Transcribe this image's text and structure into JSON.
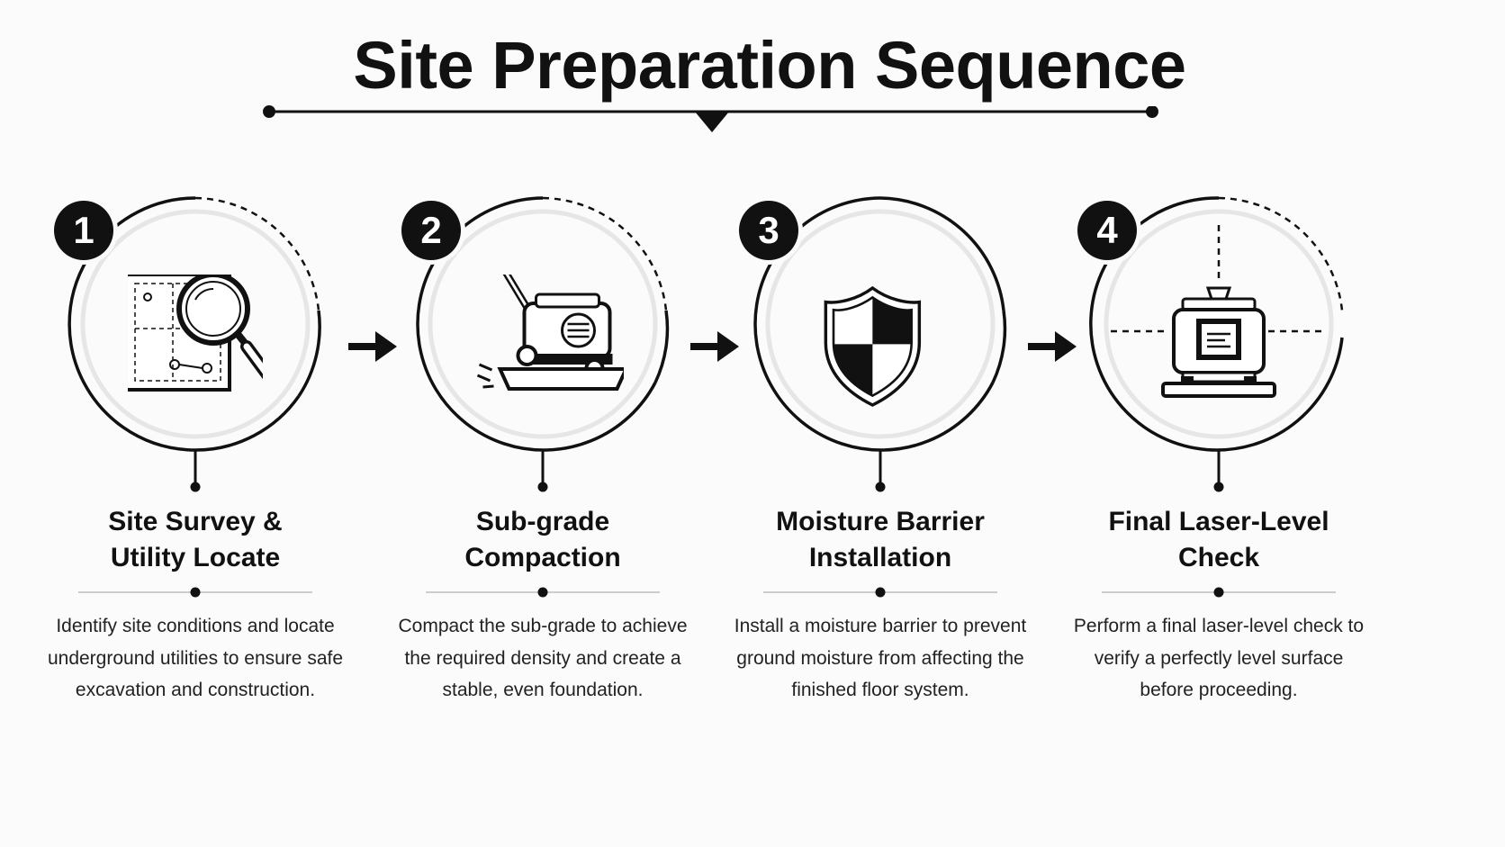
{
  "title": "Site Preparation Sequence",
  "steps": [
    {
      "number": "1",
      "title_line1": "Site Survey &",
      "title_line2": "Utility Locate",
      "description": "Identify site conditions and locate underground utilities to ensure safe excavation and construction.",
      "icon": "map-magnifier-icon"
    },
    {
      "number": "2",
      "title_line1": "Sub-grade",
      "title_line2": "Compaction",
      "description": "Compact the sub-grade to achieve the required density and create a stable, even foundation.",
      "icon": "plate-compactor-icon"
    },
    {
      "number": "3",
      "title_line1": "Moisture Barrier",
      "title_line2": "Installation",
      "description": "Install a moisture barrier to prevent ground moisture from affecting the finished floor system.",
      "icon": "shield-icon"
    },
    {
      "number": "4",
      "title_line1": "Final Laser-Level",
      "title_line2": "Check",
      "description": "Perform a final laser-level check to verify a perfectly level surface before proceeding.",
      "icon": "laser-level-icon"
    }
  ],
  "colors": {
    "ink": "#111111",
    "ring_light": "#e6e6e6",
    "divider": "#cccccc",
    "background": "#fbfbfb"
  }
}
